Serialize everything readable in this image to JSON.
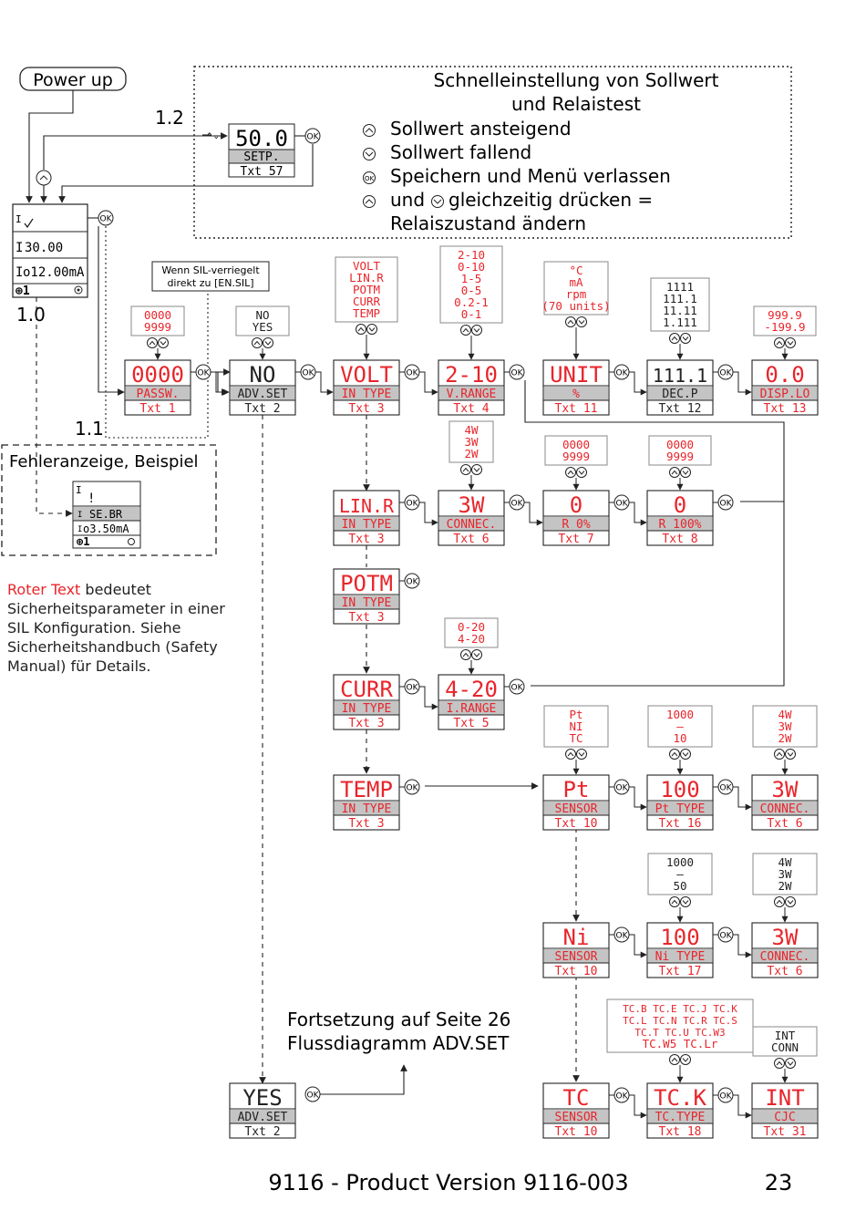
{
  "power_up": "Power up",
  "labels": {
    "l12": "1.2",
    "l10": "1.0",
    "l11": "1.1"
  },
  "quick": {
    "title1": "Schnelleinstellung von Sollwert",
    "title2": "und Relaistest",
    "items": [
      "Sollwert ansteigend",
      "Sollwert fallend",
      "Speichern und Menü verlassen",
      "und",
      "gleichzeitig drücken =",
      "Relaiszustand ändern"
    ]
  },
  "setp_display": {
    "value": "50.0",
    "label": "SETP.",
    "txt": "Txt 57"
  },
  "main_display": {
    "rows": [
      "30.00",
      "o12.00mA"
    ]
  },
  "ok": "OK",
  "sil_note": {
    "line1": "Wenn SIL-verriegelt",
    "line2": "direkt zu [EN.SIL]"
  },
  "error_box": {
    "title": "Fehleranzeige, Beispiel",
    "row1": "SE.BR",
    "row2": "o3.50mA"
  },
  "side_note": {
    "red": "Roter Text",
    "rest": " bedeutet Sicherheitsparameter in einer SIL Konfiguration. Siehe Sicherheitshandbuch (Safety Manual) für Details."
  },
  "continuation": {
    "line1": "Fortsetzung auf Seite 26",
    "line2": "Flussdiagramm ADV.SET"
  },
  "footer": {
    "product": "9116 - Product Version 9116-003",
    "page": "23"
  },
  "nodes": [
    {
      "id": "passw",
      "value": "0000",
      "label": "PASSW.",
      "txt": "Txt 1",
      "red": true,
      "options": [
        "0000",
        "9999"
      ],
      "opt_red": true
    },
    {
      "id": "advset",
      "value": "NO",
      "label": "ADV.SET",
      "txt": "Txt 2",
      "red": false,
      "options": [
        "NO",
        "YES"
      ],
      "opt_red": false
    },
    {
      "id": "volt",
      "value": "VOLT",
      "label": "IN TYPE",
      "txt": "Txt 3",
      "red": true,
      "options": [
        "VOLT",
        "LIN.R",
        "POTM",
        "CURR",
        "TEMP"
      ],
      "opt_red": true
    },
    {
      "id": "vrange",
      "value": "2-10",
      "label": "V.RANGE",
      "txt": "Txt 4",
      "red": true,
      "options": [
        "2-10",
        "0-10",
        "1-5",
        "0-5",
        "0.2-1",
        "0-1"
      ],
      "opt_red": true
    },
    {
      "id": "unit",
      "value": "UNIT",
      "label": "%",
      "txt": "Txt 11",
      "red": true,
      "options": [
        "°C",
        "mA",
        "rpm",
        "(70 units)"
      ],
      "opt_red": true
    },
    {
      "id": "decp",
      "value": "111.1",
      "label": "DEC.P",
      "txt": "Txt 12",
      "red": false,
      "options": [
        "1111",
        "111.1",
        "11.11",
        "1.111"
      ],
      "opt_red": false
    },
    {
      "id": "displo",
      "value": "0.0",
      "label": "DISP.LO",
      "txt": "Txt 13",
      "red": true,
      "options": [
        "999.9",
        "-199.9"
      ],
      "opt_red": true
    },
    {
      "id": "linr",
      "value": "LIN.R",
      "label": "IN TYPE",
      "txt": "Txt 3",
      "red": true
    },
    {
      "id": "connec1",
      "value": "3W",
      "label": "CONNEC.",
      "txt": "Txt 6",
      "red": true,
      "options": [
        "4W",
        "3W",
        "2W"
      ],
      "opt_red": true
    },
    {
      "id": "r0",
      "value": "0",
      "label": "R 0%",
      "txt": "Txt 7",
      "red": true,
      "options": [
        "0000",
        "9999"
      ],
      "opt_red": true
    },
    {
      "id": "r100",
      "value": "0",
      "label": "R 100%",
      "txt": "Txt 8",
      "red": true,
      "options": [
        "0000",
        "9999"
      ],
      "opt_red": true
    },
    {
      "id": "potm",
      "value": "POTM",
      "label": "IN TYPE",
      "txt": "Txt 3",
      "red": true
    },
    {
      "id": "curr",
      "value": "CURR",
      "label": "IN TYPE",
      "txt": "Txt 3",
      "red": true
    },
    {
      "id": "irange",
      "value": "4-20",
      "label": "I.RANGE",
      "txt": "Txt 5",
      "red": true,
      "options": [
        "0-20",
        "4-20"
      ],
      "opt_red": true
    },
    {
      "id": "temp",
      "value": "TEMP",
      "label": "IN TYPE",
      "txt": "Txt 3",
      "red": true
    },
    {
      "id": "sensor_pt",
      "value": "Pt",
      "label": "SENSOR",
      "txt": "Txt 10",
      "red": true,
      "options": [
        "Pt",
        "NI",
        "TC"
      ],
      "opt_red": true
    },
    {
      "id": "pttype",
      "value": "100",
      "label": "Pt TYPE",
      "txt": "Txt 16",
      "red": true,
      "options": [
        "1000",
        "–",
        "10"
      ],
      "opt_red": true
    },
    {
      "id": "connec2",
      "value": "3W",
      "label": "CONNEC.",
      "txt": "Txt 6",
      "red": true,
      "options": [
        "4W",
        "3W",
        "2W"
      ],
      "opt_red": true
    },
    {
      "id": "sensor_ni",
      "value": "Ni",
      "label": "SENSOR",
      "txt": "Txt 10",
      "red": true
    },
    {
      "id": "nitype",
      "value": "100",
      "label": "Ni TYPE",
      "txt": "Txt 17",
      "red": true,
      "options": [
        "1000",
        "–",
        "50"
      ],
      "opt_red": false
    },
    {
      "id": "connec3",
      "value": "3W",
      "label": "CONNEC.",
      "txt": "Txt 6",
      "red": true,
      "options": [
        "4W",
        "3W",
        "2W"
      ],
      "opt_red": false
    },
    {
      "id": "sensor_tc",
      "value": "TC",
      "label": "SENSOR",
      "txt": "Txt 10",
      "red": true
    },
    {
      "id": "tctype",
      "value": "TC.K",
      "label": "TC.TYPE",
      "txt": "Txt 18",
      "red": true,
      "options": [
        "TC.B TC.E TC.J TC.K",
        "TC.L TC.N TC.R TC.S",
        "TC.T TC.U TC.W3",
        "TC.W5 TC.Lr"
      ],
      "opt_red": true
    },
    {
      "id": "cjc",
      "value": "INT",
      "label": "CJC",
      "txt": "Txt 31",
      "red": true,
      "options": [
        "INT",
        "CONN"
      ],
      "opt_red": false
    },
    {
      "id": "advset_yes",
      "value": "YES",
      "label": "ADV.SET",
      "txt": "Txt 2",
      "red": false
    }
  ]
}
